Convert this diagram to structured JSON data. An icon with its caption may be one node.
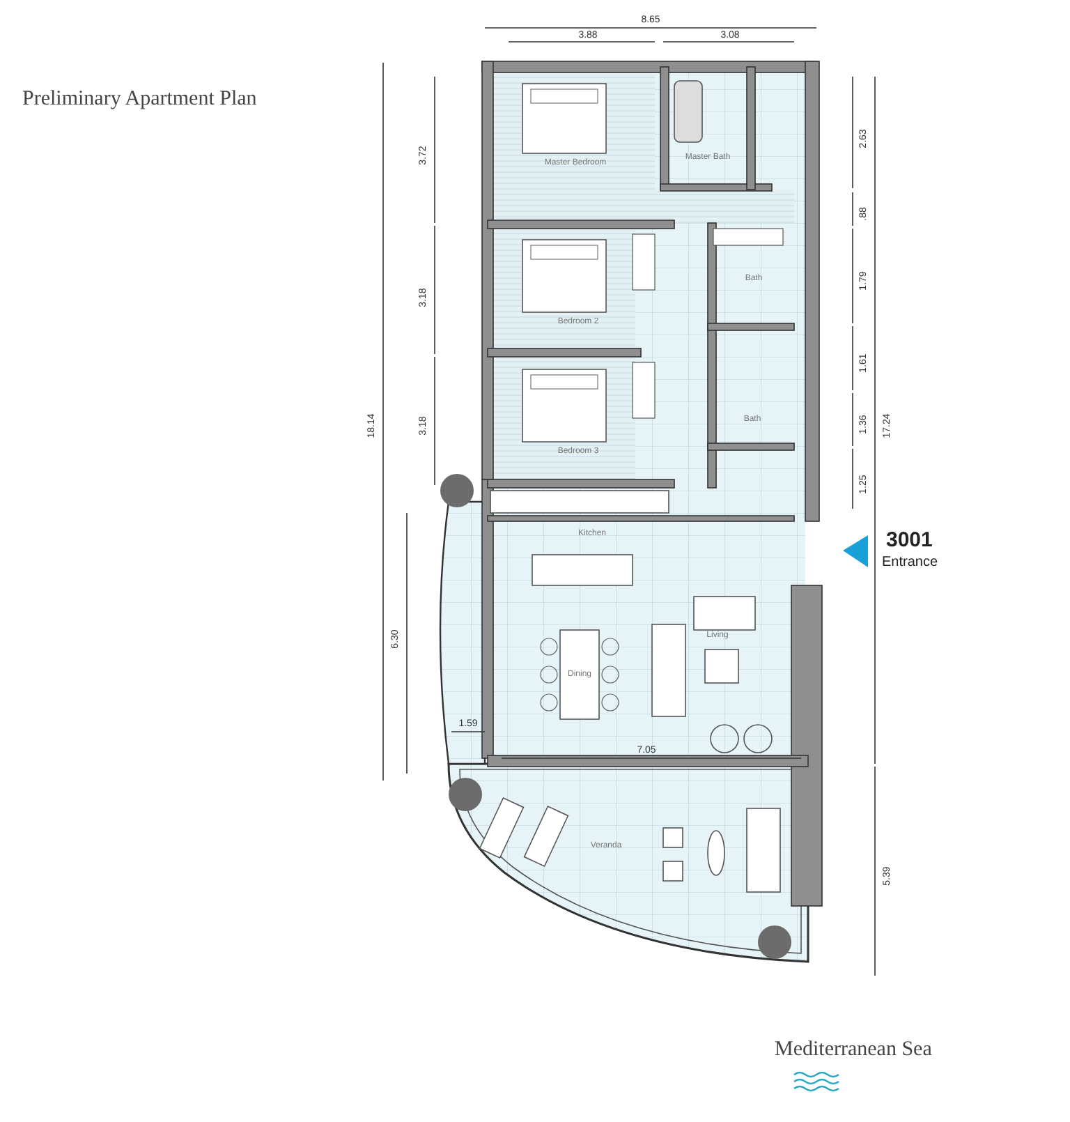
{
  "diagram": {
    "title": "Preliminary Apartment Plan",
    "labels": [
      "8.65",
      "3.88",
      "3.08",
      "Master Bedroom",
      "Master Bath",
      "3.72",
      "2.63",
      ".88",
      "18.14",
      "Bedroom 2",
      "Bath",
      "3.18",
      "1.79",
      "1.61",
      "17.24",
      "Bath",
      "1.36",
      "3.18",
      "Bedroom 3",
      "1.25",
      "3001",
      "Kitchen",
      "Entrance",
      "6.30",
      "Living",
      "Dining",
      "1.59",
      "7.05",
      "Veranda",
      "5.39",
      "Mediterranean Sea"
    ]
  }
}
